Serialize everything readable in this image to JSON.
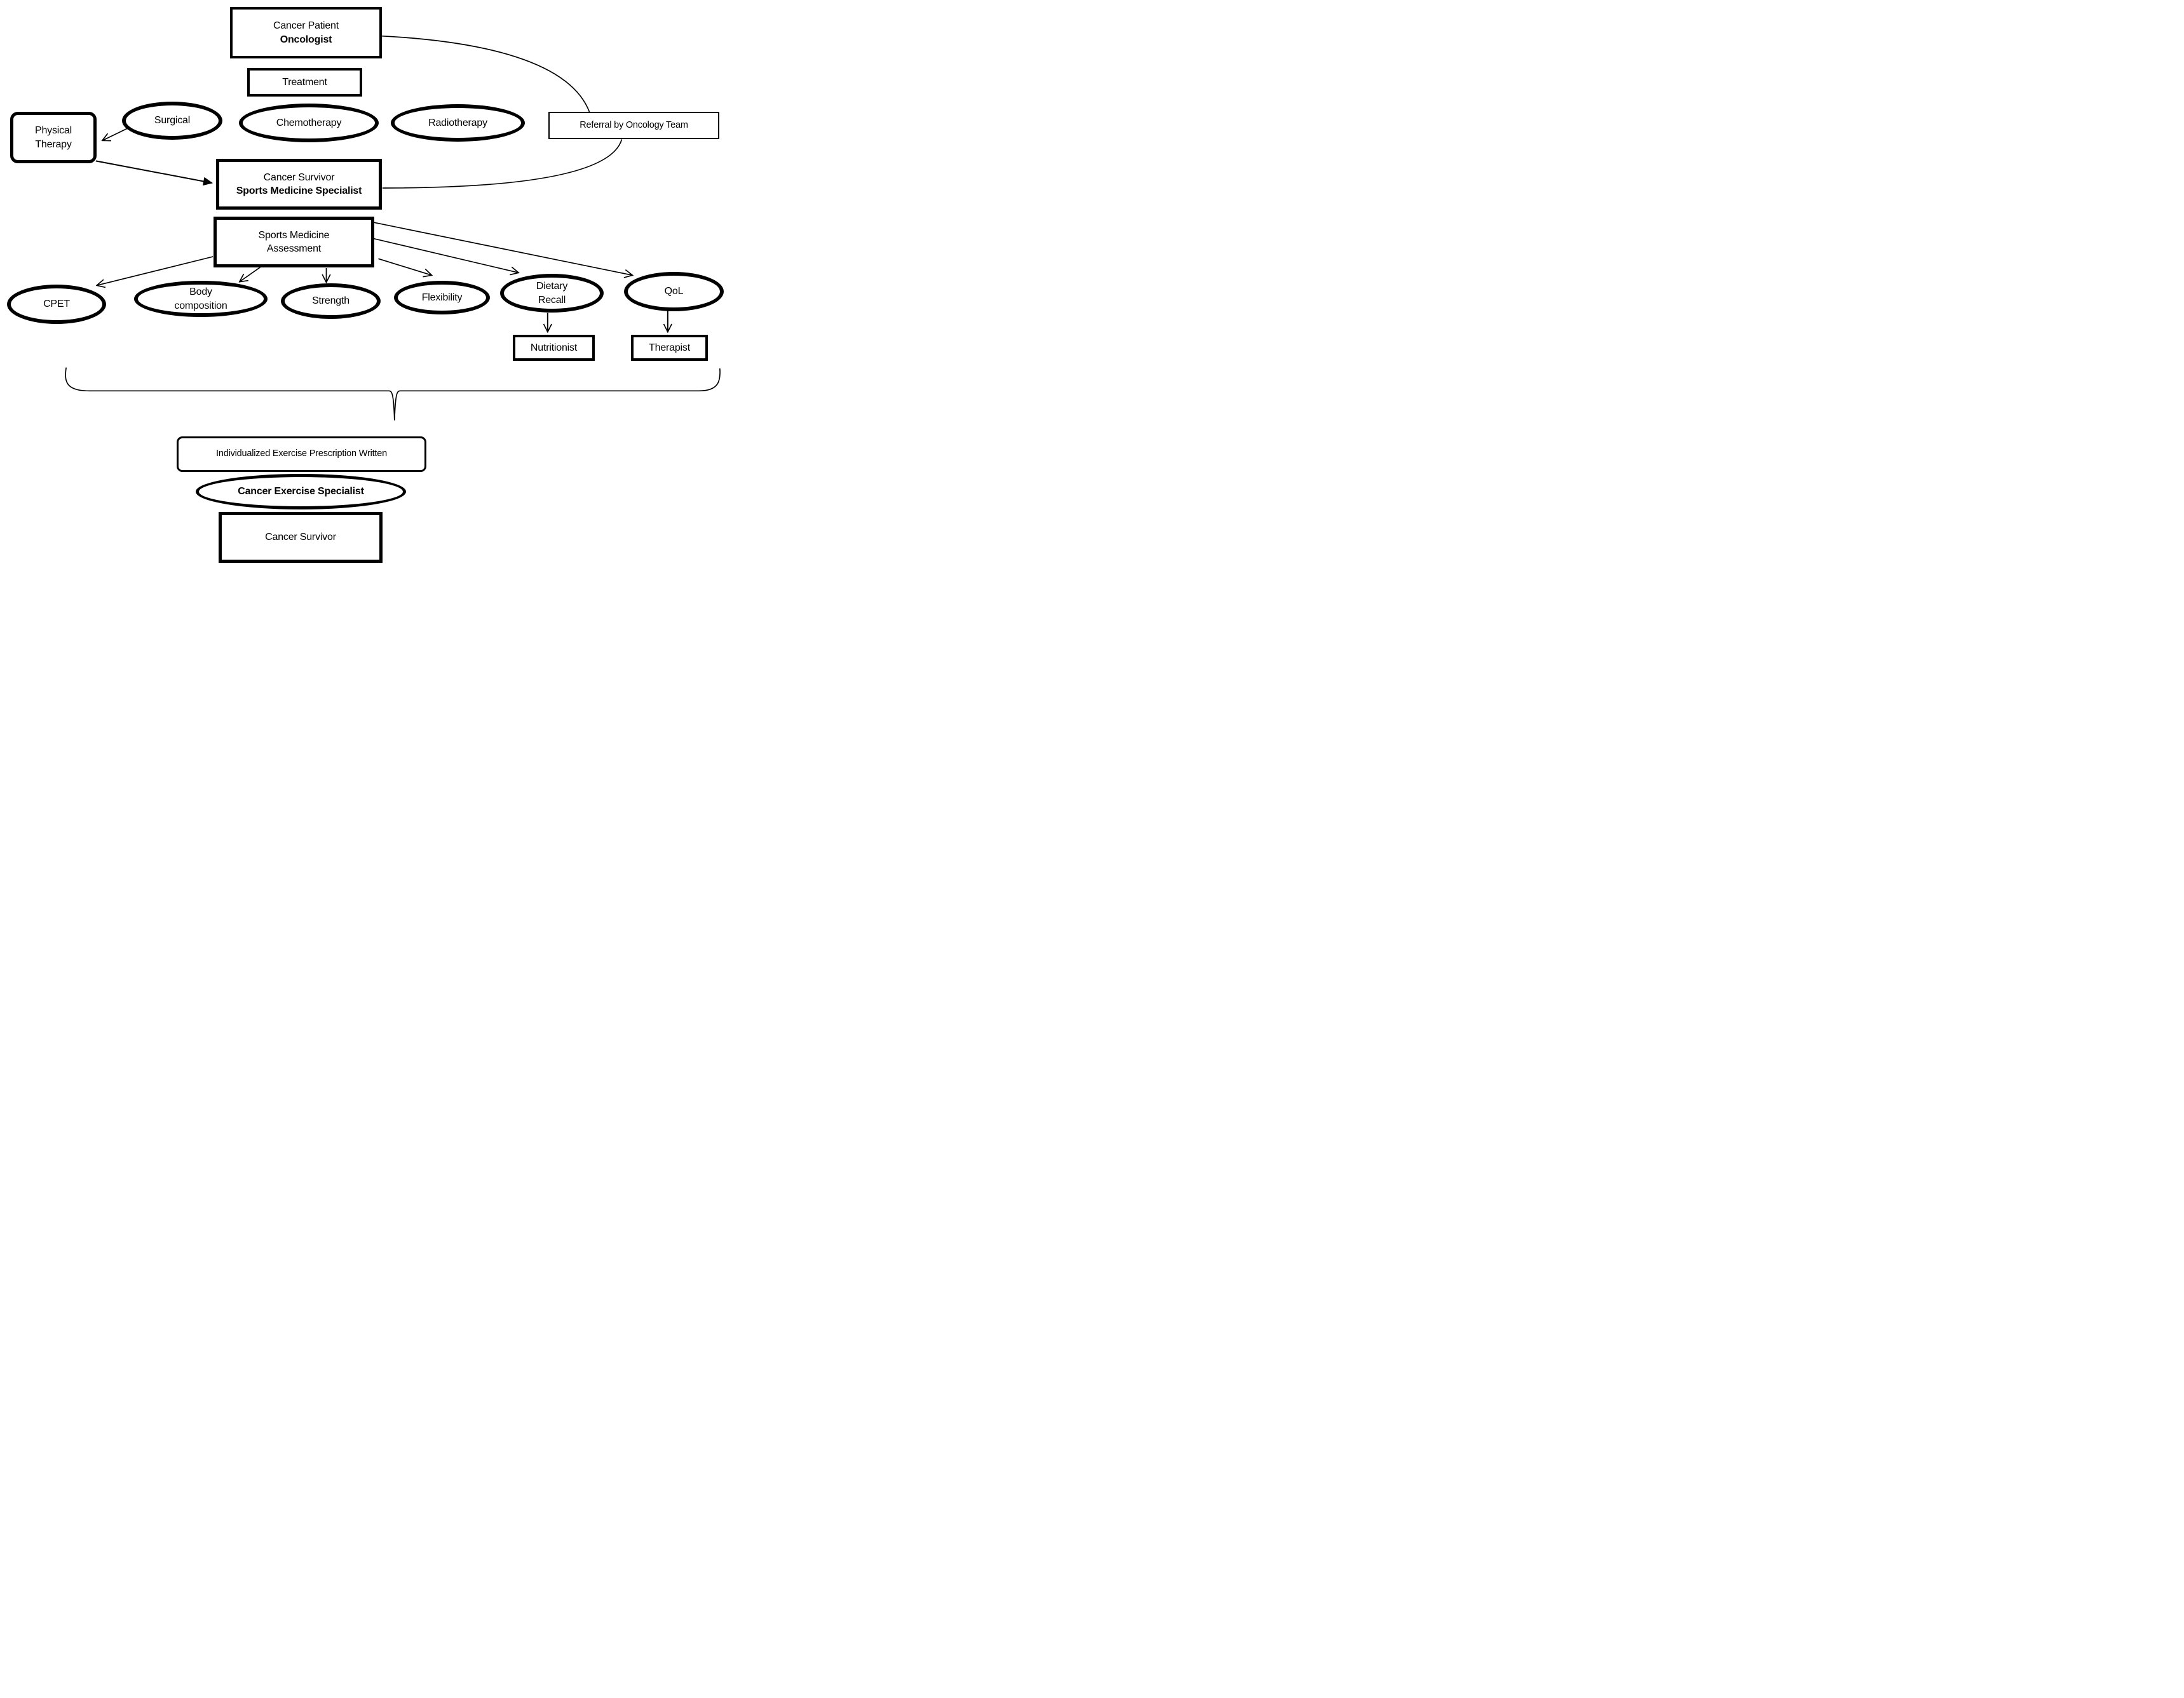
{
  "diagram": {
    "background_color": "#ffffff",
    "stroke_color": "#000000",
    "text_color": "#000000",
    "nodes": {
      "cancer_patient": {
        "line1": "Cancer Patient",
        "line2": "Oncologist"
      },
      "treatment": {
        "label": "Treatment"
      },
      "surgical": {
        "label": "Surgical"
      },
      "chemotherapy": {
        "label": "Chemotherapy"
      },
      "radiotherapy": {
        "label": "Radiotherapy"
      },
      "physical_therapy": {
        "line1": "Physical",
        "line2": "Therapy"
      },
      "referral": {
        "label": "Referral by Oncology Team"
      },
      "cancer_survivor_sms": {
        "line1": "Cancer Survivor",
        "line2": "Sports Medicine Specialist"
      },
      "sports_medicine_assessment": {
        "line1": "Sports Medicine",
        "line2": "Assessment"
      },
      "cpet": {
        "label": "CPET"
      },
      "body_composition": {
        "line1": "Body",
        "line2": "composition"
      },
      "strength": {
        "label": "Strength"
      },
      "flexibility": {
        "label": "Flexibility"
      },
      "dietary_recall": {
        "line1": "Dietary",
        "line2": "Recall"
      },
      "qol": {
        "label": "QoL"
      },
      "nutritionist": {
        "label": "Nutritionist"
      },
      "therapist": {
        "label": "Therapist"
      },
      "exercise_prescription": {
        "label": "Individualized Exercise Prescription Written"
      },
      "cancer_exercise_specialist": {
        "label": "Cancer Exercise Specialist"
      },
      "cancer_survivor_final": {
        "label": "Cancer Survivor"
      }
    },
    "edges": [
      "Cancer Patient/Oncologist -> Referral by Oncology Team (curve)",
      "Referral by Oncology Team -> Cancer Survivor/Sports Medicine Specialist (curve)",
      "Surgical -> Physical Therapy (arrow)",
      "Physical Therapy -> Cancer Survivor/Sports Medicine Specialist (arrow)",
      "Sports Medicine Assessment -> CPET (arrow)",
      "Sports Medicine Assessment -> Body composition (arrow)",
      "Sports Medicine Assessment -> Strength (arrow)",
      "Sports Medicine Assessment -> Flexibility (arrow)",
      "Sports Medicine Assessment -> Dietary Recall (arrow)",
      "Sports Medicine Assessment -> QoL (arrow)",
      "Dietary Recall -> Nutritionist (arrow)",
      "QoL -> Therapist (arrow)",
      "Assessments -> Individualized Exercise Prescription Written (brace)"
    ]
  }
}
